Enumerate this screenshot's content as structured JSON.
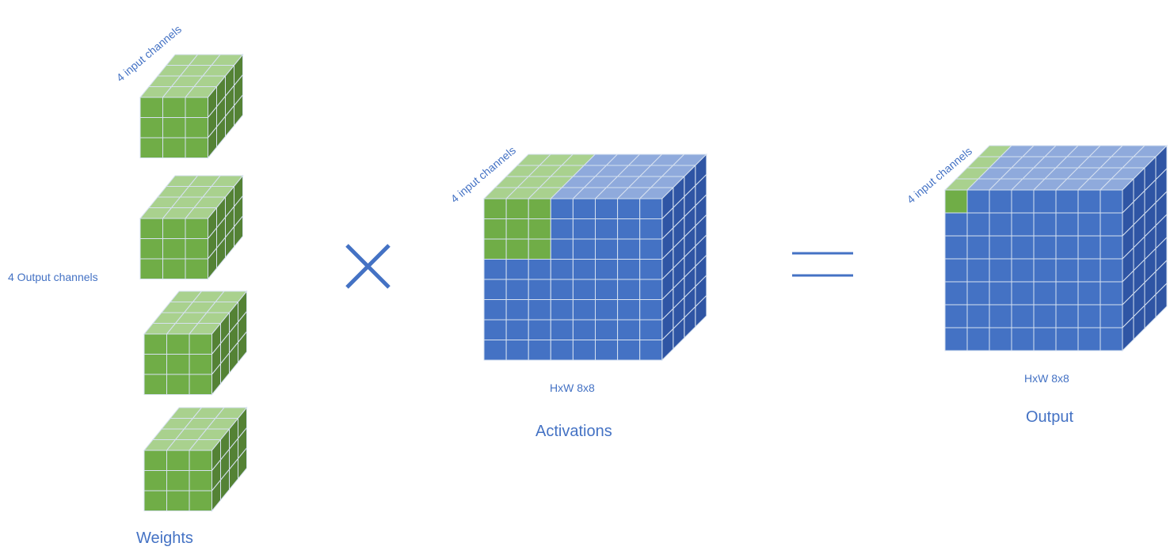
{
  "colors": {
    "front_blue": "#4472c4",
    "top_blue": "#8faadc",
    "side_blue": "#2f55a4",
    "front_green": "#70ad47",
    "top_green": "#a9d18e",
    "side_green": "#548235",
    "grid_line": "#d6e1f0",
    "label": "#4472c4"
  },
  "weights": {
    "title": "Weights",
    "input_channels_label": "4 input channels",
    "output_channels_label": "4 Output channels",
    "kernel_rows": 3,
    "kernel_cols": 3,
    "depth": 4,
    "filter_count": 4
  },
  "operators": {
    "multiply": "×",
    "equals": "="
  },
  "activations": {
    "title": "Activations",
    "input_channels_label": "4 input channels",
    "size_label": "HxW 8x8",
    "rows": 8,
    "cols": 8,
    "depth": 4,
    "highlight_rows": 3,
    "highlight_cols": 3
  },
  "output": {
    "title": "Output",
    "input_channels_label": "4 input channels",
    "size_label": "HxW 8x8",
    "rows": 7,
    "cols": 8,
    "depth": 4,
    "highlight_rows": 1,
    "highlight_cols": 1
  }
}
